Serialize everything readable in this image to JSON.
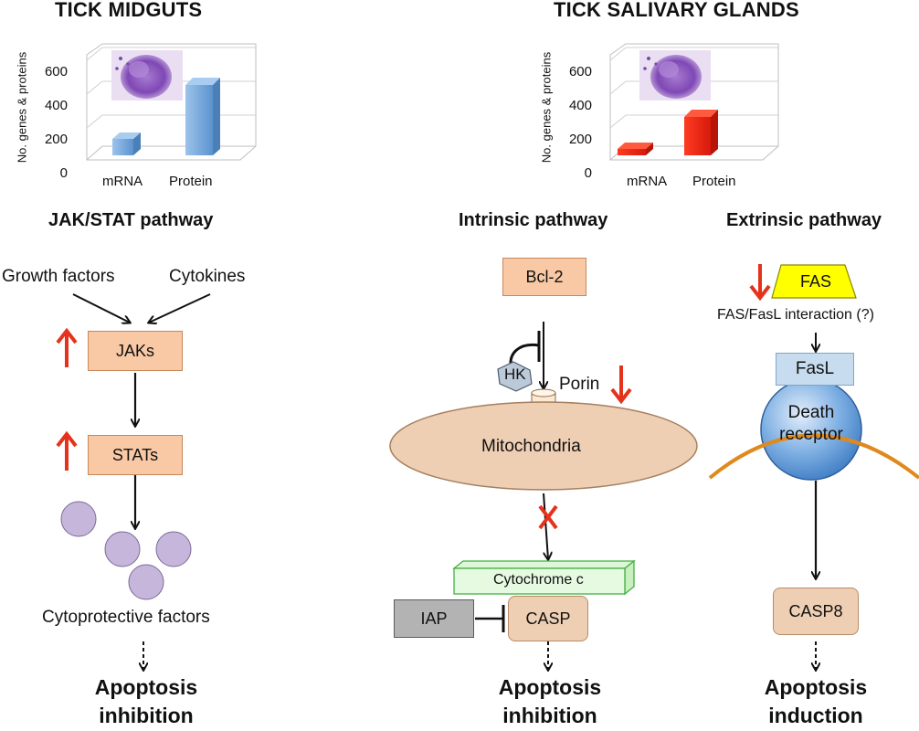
{
  "midguts": {
    "title": "TICK MIDGUTS",
    "chart": {
      "ylabel": "No. genes & proteins",
      "yticks": [
        "600",
        "400",
        "200",
        "0"
      ],
      "categories": [
        "mRNA",
        "Protein"
      ]
    },
    "pathway_title": "JAK/STAT pathway",
    "growth_factors": "Growth factors",
    "cytokines": "Cytokines",
    "jaks": "JAKs",
    "stats": "STATs",
    "cytoprotective": "Cytoprotective factors",
    "outcome_line1": "Apoptosis",
    "outcome_line2": "inhibition"
  },
  "salivary": {
    "title": "TICK SALIVARY GLANDS",
    "chart": {
      "ylabel": "No. genes & proteins",
      "yticks": [
        "600",
        "400",
        "200",
        "0"
      ],
      "categories": [
        "mRNA",
        "Protein"
      ]
    },
    "intrinsic": {
      "title": "Intrinsic pathway",
      "bcl2": "Bcl-2",
      "hk": "HK",
      "porin": "Porin",
      "mitochondria": "Mitochondria",
      "cytochrome": "Cytochrome c",
      "iap": "IAP",
      "casp": "CASP",
      "outcome_line1": "Apoptosis",
      "outcome_line2": "inhibition"
    },
    "extrinsic": {
      "title": "Extrinsic pathway",
      "fas": "FAS",
      "interaction": "FAS/FasL interaction (?)",
      "fasl": "FasL",
      "death_receptor_line1": "Death",
      "death_receptor_line2": "receptor",
      "casp8": "CASP8",
      "outcome_line1": "Apoptosis",
      "outcome_line2": "induction"
    }
  },
  "chart_data": [
    {
      "type": "bar",
      "panel": "TICK MIDGUTS",
      "categories": [
        "mRNA",
        "Protein"
      ],
      "values": [
        130,
        430
      ],
      "ylabel": "No. genes & proteins",
      "ylim": [
        0,
        600
      ],
      "bar_color": "#5b9bd5"
    },
    {
      "type": "bar",
      "panel": "TICK SALIVARY GLANDS",
      "categories": [
        "mRNA",
        "Protein"
      ],
      "values": [
        25,
        235
      ],
      "ylabel": "No. genes & proteins",
      "ylim": [
        0,
        600
      ],
      "bar_color": "#e8261a"
    }
  ],
  "colors": {
    "up_down_arrow": "#e5321c",
    "orange_box": "#f8c9a4",
    "tan_box": "#eecfb4",
    "fas": "#ffff00",
    "membrane": "#e0891c",
    "circle": "#c7b6dc"
  }
}
